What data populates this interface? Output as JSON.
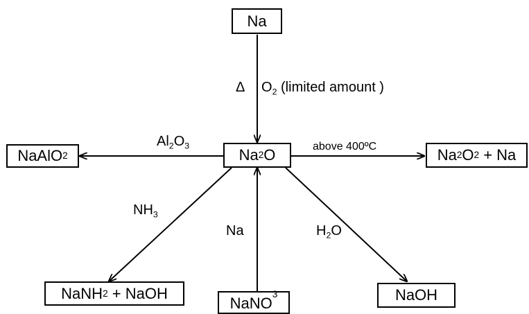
{
  "compounds": {
    "na_top": "Na",
    "na2o": {
      "main": "Na",
      "sub": "2",
      "tail": "O"
    },
    "naalo2": {
      "main": "NaAlO",
      "sub": "2",
      "tail": ""
    },
    "na2o2_na": {
      "main": "Na",
      "sub": "2",
      "mid": "O",
      "sub2": "2",
      "tail": " + Na"
    },
    "nanh2_naoh": {
      "main": "NaNH",
      "sub": "2",
      "tail": " + NaOH"
    },
    "nano3": {
      "main": "NaNO",
      "sub": "3",
      "tail": ""
    },
    "naoh": "NaOH"
  },
  "labels": {
    "delta": "Δ",
    "o2_limited": {
      "main": "O",
      "sub": "2",
      "tail": " (limited amount )"
    },
    "al2o3": {
      "a": "Al",
      "s1": "2",
      "b": "O",
      "s2": "3"
    },
    "above_400": "above 400ºC",
    "nh3": {
      "main": "NH",
      "sub": "3"
    },
    "na_reagent": "Na",
    "h2o": {
      "main": "H",
      "sub": "2",
      "tail": "O"
    }
  }
}
